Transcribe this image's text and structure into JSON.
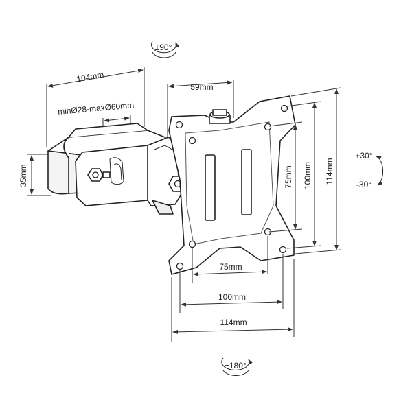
{
  "labels": {
    "rotate_top": "±90°",
    "arm_length": "104mm",
    "clamp_range": "minØ28-maxØ60mm",
    "clamp_height": "35mm",
    "plate_offset": "59mm",
    "tilt_up": "+30°",
    "tilt_down": "-30°",
    "vesa_75_v": "75mm",
    "vesa_100_v": "100mm",
    "plate_114_v": "114mm",
    "vesa_75_h": "75mm",
    "vesa_100_h": "100mm",
    "plate_114_h": "114mm",
    "rotate_bottom": "±180°"
  }
}
